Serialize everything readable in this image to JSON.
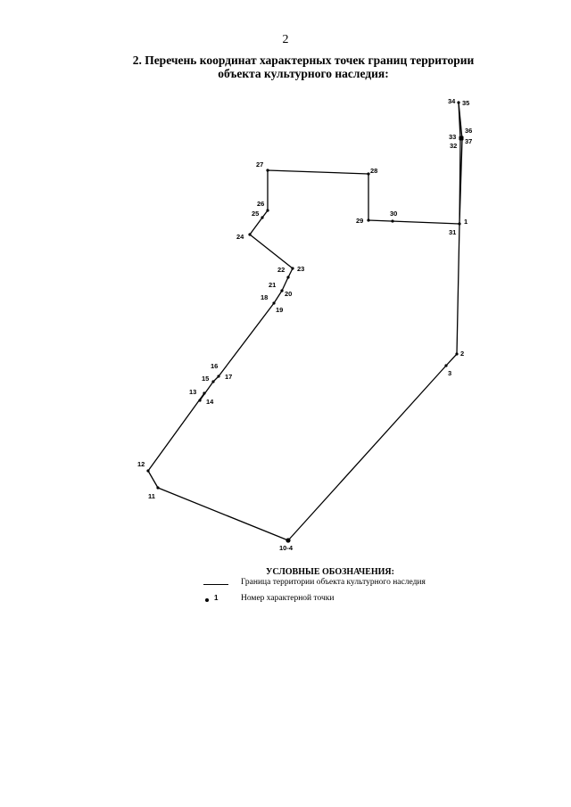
{
  "page_number": "2",
  "title": {
    "line1": "2. Перечень координат характерных точек границ территории",
    "line2": "объекта культурного наследия:"
  },
  "points": [
    {
      "label": "1"
    },
    {
      "label": "2"
    },
    {
      "label": "3"
    },
    {
      "label": "10-4"
    },
    {
      "label": "11"
    },
    {
      "label": "12"
    },
    {
      "label": "13"
    },
    {
      "label": "14"
    },
    {
      "label": "15"
    },
    {
      "label": "16"
    },
    {
      "label": "17"
    },
    {
      "label": "18"
    },
    {
      "label": "19"
    },
    {
      "label": "20"
    },
    {
      "label": "21"
    },
    {
      "label": "22"
    },
    {
      "label": "23"
    },
    {
      "label": "24"
    },
    {
      "label": "25"
    },
    {
      "label": "26"
    },
    {
      "label": "27"
    },
    {
      "label": "28"
    },
    {
      "label": "29"
    },
    {
      "label": "30"
    },
    {
      "label": "31"
    },
    {
      "label": "32"
    },
    {
      "label": "33"
    },
    {
      "label": "34"
    },
    {
      "label": "35"
    },
    {
      "label": "36"
    },
    {
      "label": "37"
    }
  ],
  "legend": {
    "title": "УСЛОВНЫЕ ОБОЗНАЧЕНИЯ:",
    "boundary_text": "Граница территории объекта культурного наследия",
    "point_symbol_label": "1",
    "point_text": "Номер характерной точки"
  }
}
